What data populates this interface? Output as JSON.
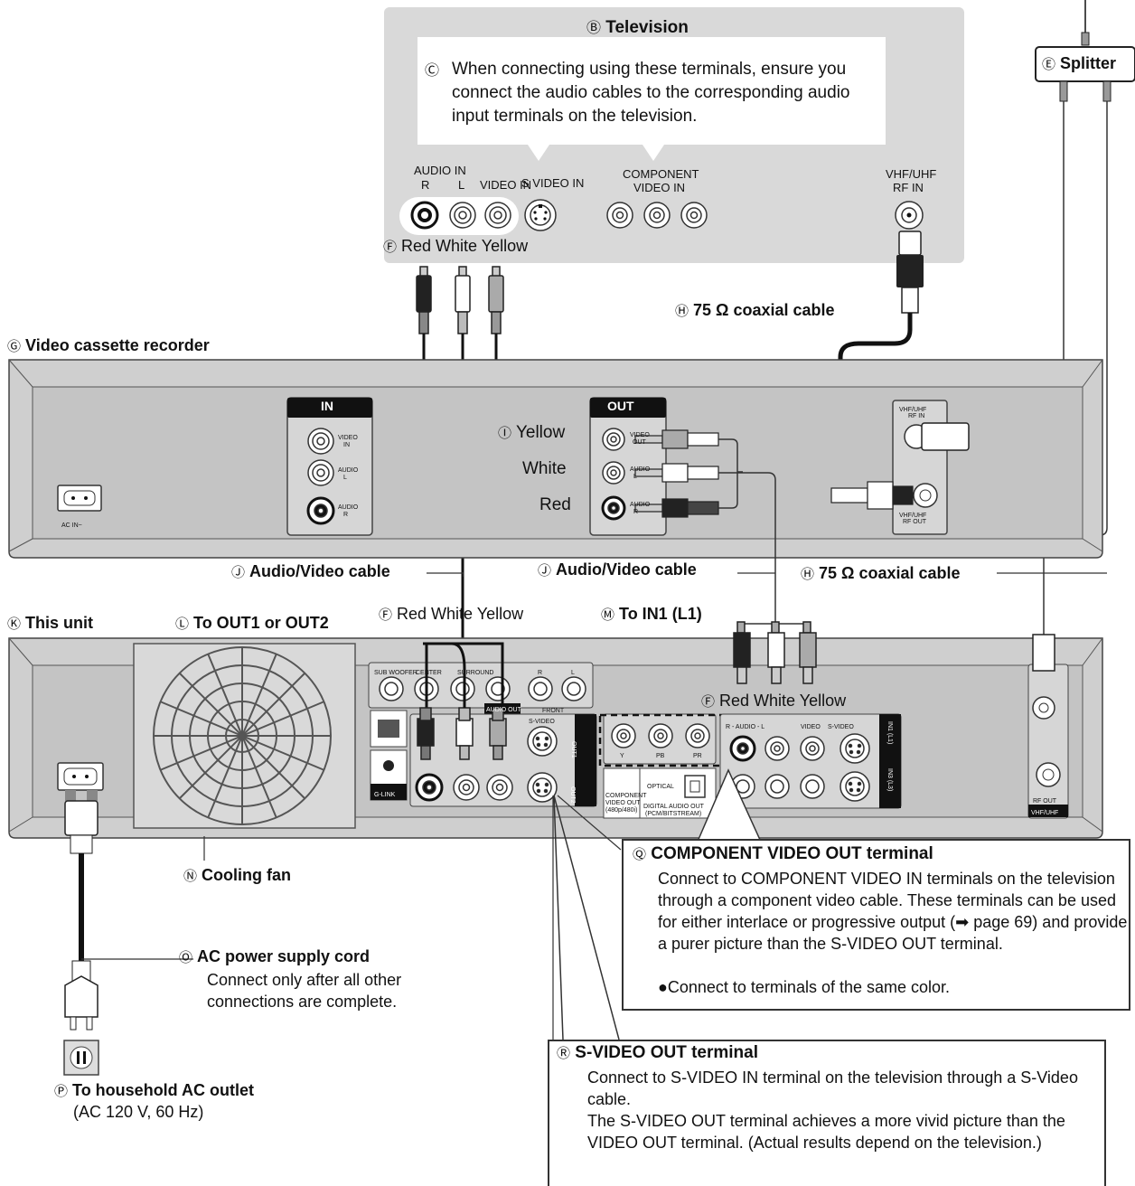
{
  "labels": {
    "B": "Television",
    "C": "When connecting using these terminals, ensure you connect the audio cables to the corresponding audio input terminals on the television.",
    "E": "Splitter",
    "F": "Red White Yellow",
    "G": "Video cassette recorder",
    "H": "75 Ω coaxial cable",
    "I": "Yellow",
    "white": "White",
    "red": "Red",
    "J": "Audio/Video cable",
    "K": "This unit",
    "L": "To OUT1 or OUT2",
    "M": "To IN1 (L1)",
    "N": "Cooling fan",
    "O_title": "AC power supply cord",
    "O_text": "Connect only after all other connections are complete.",
    "P_title": "To household AC outlet",
    "P_text": "(AC 120 V, 60 Hz)",
    "Q_title": "COMPONENT VIDEO OUT terminal",
    "Q_text": "Connect to COMPONENT VIDEO IN terminals on the television through a component video cable. These terminals can be used for either interlace or progressive output (➡ page 69) and provide a purer picture than the S-VIDEO OUT terminal.",
    "Q_bullet": "●Connect to terminals of the same color.",
    "R_title": "S-VIDEO OUT terminal",
    "R_text1": "Connect to S-VIDEO IN terminal on the television through a S-Video cable.",
    "R_text2": "The S-VIDEO OUT terminal achieves a more vivid picture than the VIDEO OUT terminal. (Actual results depend on the television.)"
  },
  "letters": {
    "B": "Ⓑ",
    "C": "Ⓒ",
    "E": "Ⓔ",
    "F": "Ⓕ",
    "G": "Ⓖ",
    "H": "Ⓗ",
    "I": "Ⓘ",
    "J": "Ⓙ",
    "K": "Ⓚ",
    "L": "Ⓛ",
    "M": "Ⓜ",
    "N": "Ⓝ",
    "O": "Ⓞ",
    "P": "Ⓟ",
    "Q": "Ⓠ",
    "R": "Ⓡ"
  },
  "tv_terminals": {
    "audio_in": "AUDIO IN",
    "r": "R",
    "l": "L",
    "video_in": "VIDEO IN",
    "s_video_in": "S VIDEO IN",
    "component": "COMPONENT",
    "component_video_in": "VIDEO IN",
    "vhf_uhf": "VHF/UHF",
    "rf_in": "RF IN"
  },
  "vcr_panel": {
    "in": "IN",
    "out": "OUT",
    "video_in": "VIDEO",
    "video_in_2": "IN",
    "audio_l": "AUDIO",
    "audio_l_2": "L",
    "audio_r": "AUDIO",
    "audio_r_2": "R",
    "video_out": "VIDEO",
    "video_out_2": "OUT",
    "ac_in": "AC IN~",
    "vhf_uhf": "VHF/UHF",
    "rf_in": "RF IN",
    "rf_out": "RF OUT"
  },
  "unit_panel": {
    "sub_woofer": "SUB WOOFER",
    "center": "CENTER",
    "surround": "SURROUND",
    "r": "R",
    "l": "L",
    "front": "FRONT",
    "audio_out": "AUDIO OUT",
    "audio": "AUDIO",
    "s_video": "S-VIDEO",
    "out1": "OUT1",
    "out2": "OUT2",
    "g_link": "G-LINK",
    "y": "Y",
    "pb": "PB",
    "pr": "PR",
    "component_out": "COMPONENT",
    "component_out_2": "VIDEO OUT",
    "component_out_3": "(480p/480i)",
    "optical": "OPTICAL",
    "digital_audio_out": "DIGITAL AUDIO OUT",
    "pcm_bitstream": "(PCM/BITSTREAM)",
    "r_audio_l": "R - AUDIO - L",
    "video": "VIDEO",
    "in1": "IN1 (L1)",
    "in3": "IN3 (L3)",
    "rf_out": "RF OUT",
    "vhf_uhf": "VHF/UHF"
  }
}
